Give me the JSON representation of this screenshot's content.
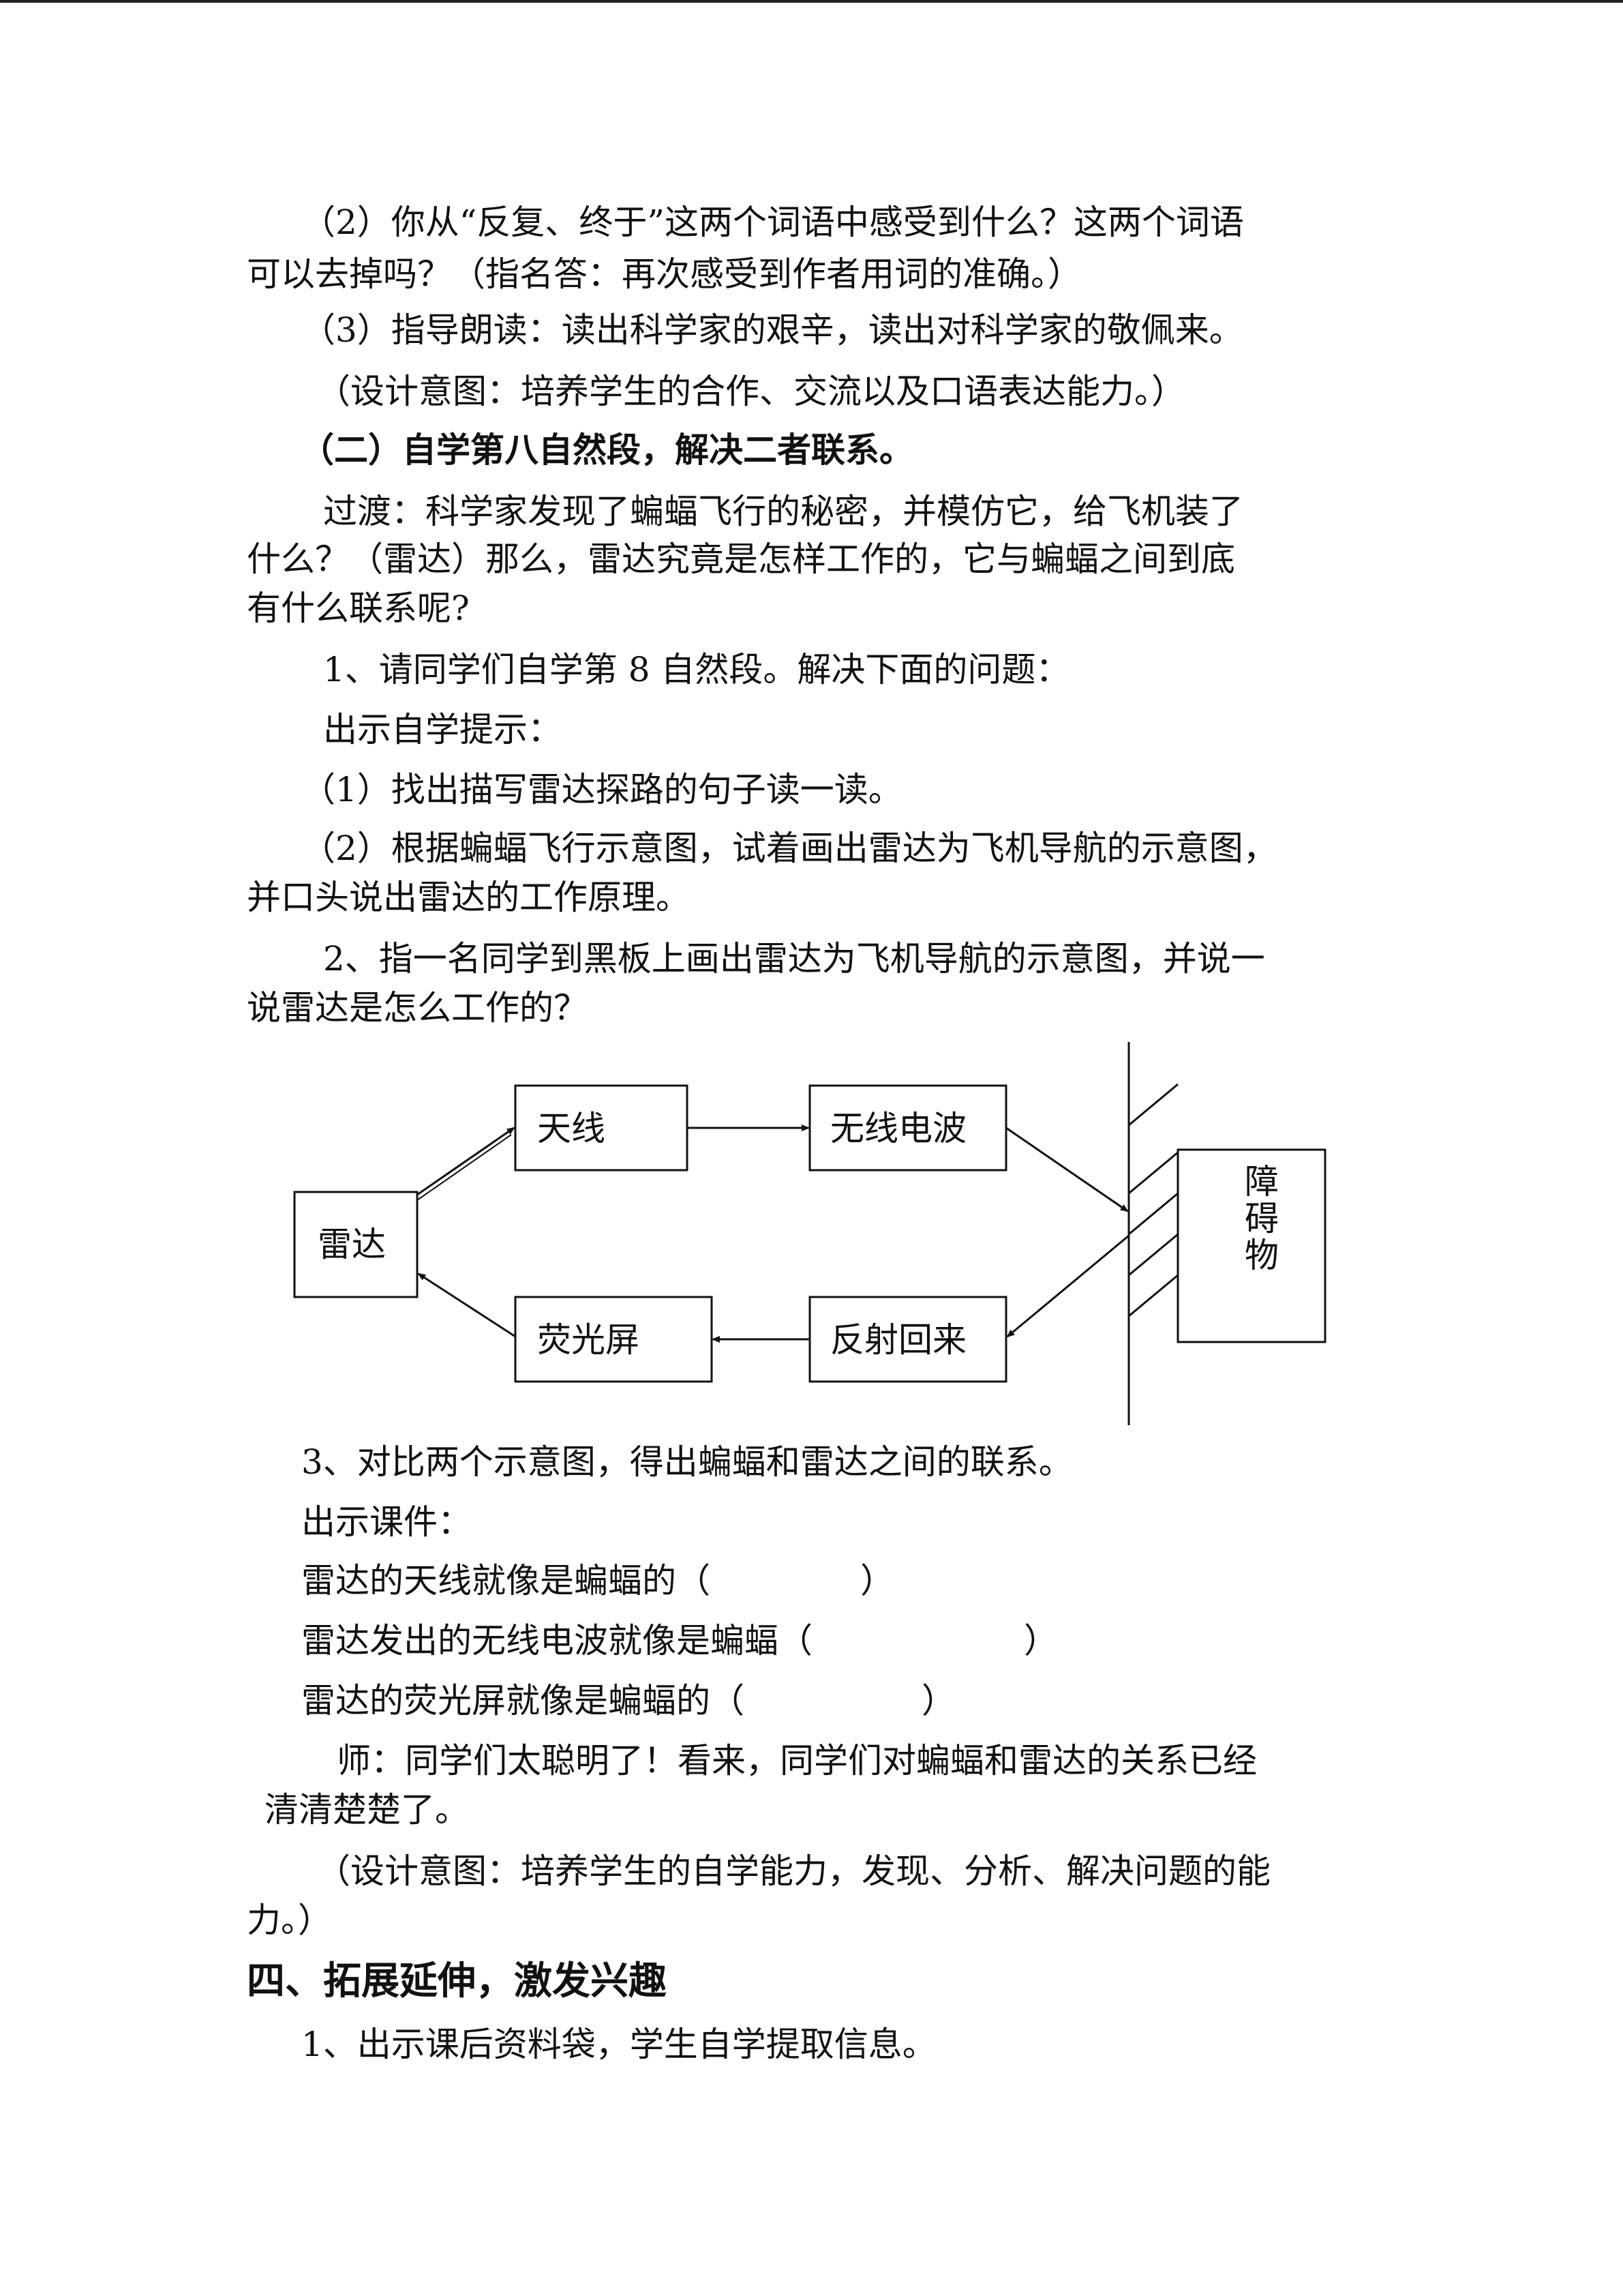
{
  "lines": {
    "l1": "（2）你从“反复、终于”这两个词语中感受到什么？这两个词语",
    "l2": "可以去掉吗？（指名答：再次感受到作者用词的准确。）",
    "l3": "（3）指导朗读：读出科学家的艰辛，读出对科学家的敬佩来。",
    "l4": "（设计意图：培养学生的合作、交流以及口语表达能力。）",
    "l5": "（二）自学第八自然段，解决二者联系。",
    "l6": "过渡：科学家发现了蝙蝠飞行的秘密，并模仿它，给飞机装了",
    "l7": "什么？（雷达）那么，雷达究竟是怎样工作的，它与蝙蝠之间到底",
    "l8": "有什么联系呢?",
    "l9": "1、请同学们自学第 8 自然段。解决下面的问题：",
    "l10": "出示自学提示：",
    "l11": "（1）找出描写雷达探路的句子读一读。",
    "l12": "（2）根据蝙蝠飞行示意图，试着画出雷达为飞机导航的示意图，",
    "l13": "并口头说出雷达的工作原理。",
    "l14": "2、指一名同学到黑板上画出雷达为飞机导航的示意图，并说一",
    "l15": "说雷达是怎么工作的？",
    "l16": "3、对比两个示意图，得出蝙蝠和雷达之间的联系。",
    "l17": "出示课件：",
    "l18a": "雷达的天线就像是蝙蝠的（",
    "l18b": "）",
    "l19a": "雷达发出的无线电波就像是蝙蝠（",
    "l19b": "）",
    "l20a": "雷达的荧光屏就像是蝙蝠的（",
    "l20b": "）",
    "l21": "师：同学们太聪明了！看来，同学们对蝙蝠和雷达的关系已经",
    "l22": "清清楚楚了。",
    "l23": "（设计意图：培养学生的自学能力，发现、分析、解决问题的能",
    "l24": "力。）",
    "l25": "四、拓展延伸，激发兴趣",
    "l26": "1、出示课后资料袋，学生自学提取信息。"
  },
  "diagram": {
    "radar": "雷达",
    "antenna": "天线",
    "radio_wave": "无线电波",
    "obstacle_1": "障",
    "obstacle_2": "碍",
    "obstacle_3": "物",
    "reflect": "反射回来",
    "screen": "荧光屏"
  }
}
